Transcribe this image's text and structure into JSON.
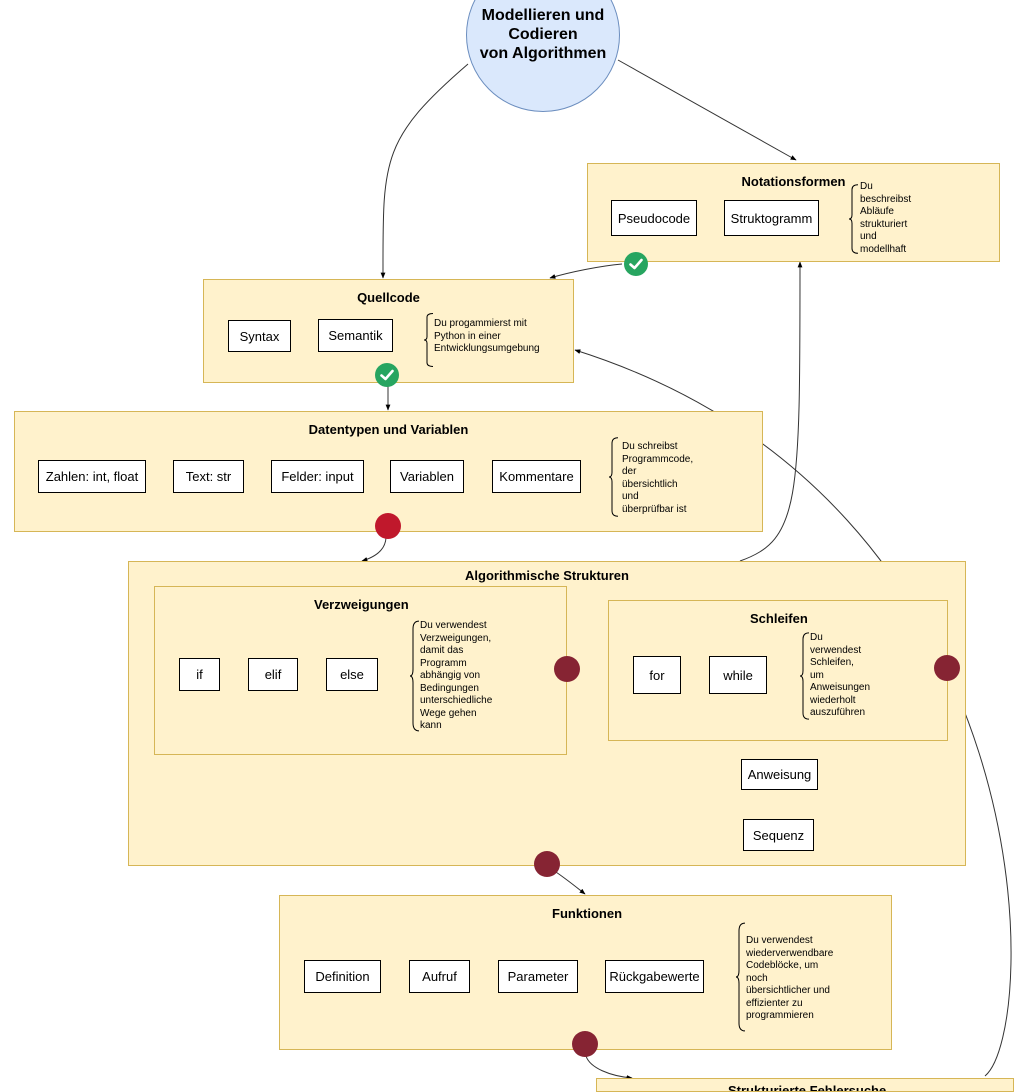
{
  "root": {
    "title": "Modellieren und\nCodieren\nvon Algorithmen"
  },
  "notationsformen": {
    "title": "Notationsformen",
    "items": [
      "Pseudocode",
      "Struktogramm"
    ],
    "note": "Du\nbeschreibst\nAbläufe\nstrukturiert\nund\nmodellhaft"
  },
  "quellcode": {
    "title": "Quellcode",
    "items": [
      "Syntax",
      "Semantik"
    ],
    "note": "Du progammierst mit\nPython in einer\nEntwicklungsumgebung"
  },
  "datentypen": {
    "title": "Datentypen und Variablen",
    "items": [
      "Zahlen: int, float",
      "Text: str",
      "Felder: input",
      "Variablen",
      "Kommentare"
    ],
    "note": "Du schreibst\nProgrammcode,\nder\nübersichtlich\nund\nüberprüfbar ist"
  },
  "algorithmische_strukturen": {
    "title": "Algorithmische Strukturen",
    "items": [
      "Anweisung",
      "Sequenz"
    ]
  },
  "verzweigungen": {
    "title": "Verzweigungen",
    "items": [
      "if",
      "elif",
      "else"
    ],
    "note": "Du verwendest\nVerzweigungen,\ndamit das\nProgramm\nabhängig von\nBedingungen\nunterschiedliche\nWege gehen\nkann"
  },
  "schleifen": {
    "title": "Schleifen",
    "items": [
      "for",
      "while"
    ],
    "note": "Du\nverwendest\nSchleifen,\num\nAnweisungen\nwiederholt\nauszuführen"
  },
  "funktionen": {
    "title": "Funktionen",
    "items": [
      "Definition",
      "Aufruf",
      "Parameter",
      "Rückgabewerte"
    ],
    "note": "Du verwendest\nwiederverwendbare\nCodeblöcke, um\nnoch\nübersichtlicher und\neffizienter zu\nprogrammieren"
  },
  "fehlersuche": {
    "title": "Strukturierte Fehlersuche"
  },
  "colors": {
    "group_fill": "#fff2cc",
    "group_border": "#d6b656",
    "root_fill": "#dae8fc",
    "root_border": "#6c8ebf",
    "check_green": "#27a560",
    "dot_red": "#c0182c",
    "dot_dark": "#862433"
  },
  "status_markers": [
    {
      "name": "notationsformen-check-icon",
      "state": "completed"
    },
    {
      "name": "quellcode-check-icon",
      "state": "completed"
    },
    {
      "name": "datentypen-status-dot",
      "state": "current"
    },
    {
      "name": "verzweigungen-status-dot",
      "state": "open"
    },
    {
      "name": "schleifen-status-dot",
      "state": "open"
    },
    {
      "name": "algorithmische-strukturen-status-dot",
      "state": "open"
    },
    {
      "name": "funktionen-status-dot",
      "state": "open"
    }
  ]
}
